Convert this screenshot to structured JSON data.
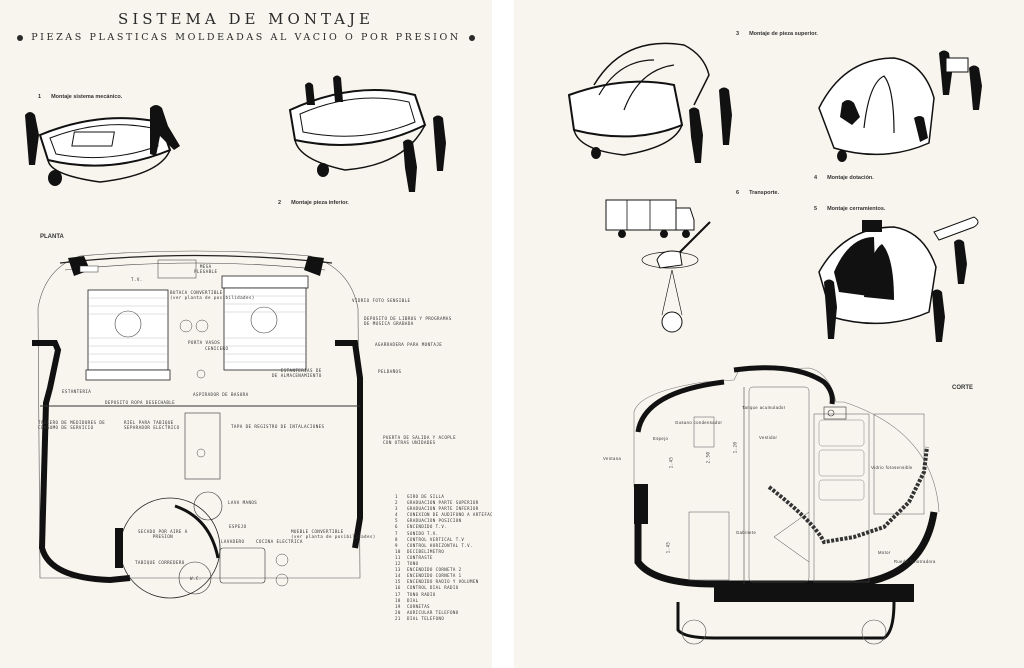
{
  "left_page": {
    "title": "SISTEMA DE MONTAJE",
    "subtitle": "PIEZAS PLASTICAS MOLDEADAS AL VACIO O POR PRESION",
    "steps": [
      {
        "number": "1",
        "caption": "Montaje sistema mecánico."
      },
      {
        "number": "2",
        "caption": "Montaje pieza inferior."
      }
    ],
    "plan": {
      "section_title": "PLANTA",
      "labels": {
        "mesa_plegable_1": "MESA",
        "mesa_plegable_2": "PLEGABLE",
        "butaca_1": "BUTACA CONVERTIBLE",
        "butaca_2": "(ver planta de posibilidades)",
        "vidrio": "VIDRIO FOTO SENSIBLE",
        "deposito_libros_1": "DEPOSITO DE LIBROS Y PROGRAMAS",
        "deposito_libros_2": "DE MUSICA GRABADA",
        "agarradera": "AGARRADERA PARA MONTAJE",
        "porta_vasos": "PORTA VASOS",
        "cenicero": "CENICERO",
        "peldanos": "PELDAÑOS",
        "estanterias_1": "ESTANTERIAS DE",
        "estanterias_2": "DE ALMACENAMIENTO",
        "estanteria": "ESTANTERIA",
        "aspirador": "ASPIRADOR DE BASURA",
        "deposito_ropa": "DEPOSITO ROPA DESECHABLE",
        "tablero_1": "TABLERO DE MEDIDORES DE",
        "tablero_2": "CONSUMO DE SERVICIO",
        "riel_1": "RIEL PARA TABIQUE",
        "riel_2": "SEPARADOR ELECTRICO",
        "tapa": "TAPA DE REGISTRO DE INTALACIONES",
        "puerta_1": "PUERTA DE SALIDA Y ACOPLE",
        "puerta_2": "CON OTRAS UNIDADES",
        "lava_manos": "LAVA MANOS",
        "espejo": "ESPEJO",
        "secado_1": "SECADO POR AIRE A",
        "secado_2": "PRESION",
        "lavadero": "LAVADERO",
        "cocina": "COCINA ELECTRICA",
        "mueble_1": "MUEBLE CONVERTIBLE",
        "mueble_2": "(ver planta de posibilidades)",
        "tabique": "TABIQUE CORREDERO",
        "wc": "W.C.",
        "tv": "T.V."
      },
      "legend": [
        {
          "n": "1",
          "text": "GIRO DE SILLA"
        },
        {
          "n": "2",
          "text": "GRADUACION PARTE SUPERIOR"
        },
        {
          "n": "3",
          "text": "GRADUACION PARTE INFERIOR"
        },
        {
          "n": "4",
          "text": "CONEXION DE AUDIFONO A ARTEFACTO"
        },
        {
          "n": "5",
          "text": "GRADUACION POSICION"
        },
        {
          "n": "6",
          "text": "ENCENDIDO T.V."
        },
        {
          "n": "7",
          "text": "SONIDO T.V."
        },
        {
          "n": "8",
          "text": "CONTROL VERTICAL T.V"
        },
        {
          "n": "9",
          "text": "CONTROL HORIZONTAL T.V."
        },
        {
          "n": "10",
          "text": "DECIBELIMETRO"
        },
        {
          "n": "11",
          "text": "CONTRASTE"
        },
        {
          "n": "12",
          "text": "TONO"
        },
        {
          "n": "13",
          "text": "ENCENDIDO CORNETA 2"
        },
        {
          "n": "14",
          "text": "ENCENDIDO CORNETA 1"
        },
        {
          "n": "15",
          "text": "ENCENDIDO RADIO Y VOLUMEN"
        },
        {
          "n": "16",
          "text": "CONTROL DIAL RADIO"
        },
        {
          "n": "17",
          "text": "TONO RADIO"
        },
        {
          "n": "18",
          "text": "DIAL"
        },
        {
          "n": "19",
          "text": "CORNETAS"
        },
        {
          "n": "20",
          "text": "AURICULAR TELEFONO"
        },
        {
          "n": "21",
          "text": "DIAL TELEFONO"
        }
      ]
    }
  },
  "right_page": {
    "steps": [
      {
        "number": "3",
        "caption": "Montaje de pieza superior."
      },
      {
        "number": "4",
        "caption": "Montaje dotación."
      },
      {
        "number": "6",
        "caption": "Transporte."
      },
      {
        "number": "5",
        "caption": "Montaje cerramientos."
      }
    ],
    "section": {
      "title": "CORTE",
      "labels": {
        "tanque": "Tanque acumulador",
        "gabinete": "Gabinete",
        "vestidor": "Vestidor",
        "gusano": "Gusano condensador",
        "espejo": "Espejo",
        "ventana": "Ventana",
        "vidrio": "Vidrio fotosensible",
        "motor": "Motor",
        "rueda": "Rueda fonotradora",
        "dim1": "1.45",
        "dim2": "2.50",
        "dim3": "1.20",
        "dim4": "1.45"
      }
    }
  },
  "colors": {
    "paper": "#f7f5ee",
    "ink": "#1c1c1c",
    "gutter": "#ffffff"
  }
}
